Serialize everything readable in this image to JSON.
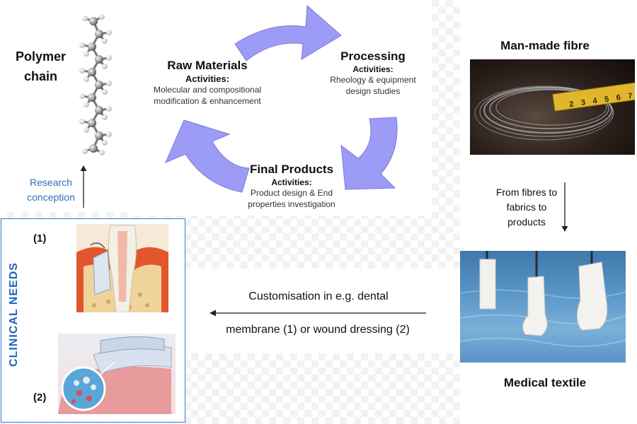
{
  "left_column": {
    "polymer_title": "Polymer chain",
    "research_conception": "Research conception"
  },
  "cycle": {
    "raw_materials": {
      "title": "Raw Materials",
      "activities_label": "Activities:",
      "description": "Molecular and compositional modification & enhancement"
    },
    "processing": {
      "title": "Processing",
      "activities_label": "Activities:",
      "description": "Rheology & equipment design studies"
    },
    "final_products": {
      "title": "Final Products",
      "activities_label": "Activities:",
      "description": "Product design & End properties investigation"
    },
    "arrow_color": "#9c9cf6"
  },
  "right_column": {
    "man_made_fibre": "Man-made fibre",
    "fibres_to_products": "From fibres to fabrics to products",
    "medical_textile": "Medical textile",
    "tape_numbers": [
      "2",
      "3",
      "4",
      "5",
      "6",
      "7"
    ]
  },
  "clinical": {
    "label": "CLINICAL NEEDS",
    "item1_label": "(1)",
    "item2_label": "(2)",
    "border_color": "#3a7bc8"
  },
  "customisation": {
    "line1": "Customisation in e.g. dental",
    "line2": "membrane (1) or wound dressing (2)"
  }
}
